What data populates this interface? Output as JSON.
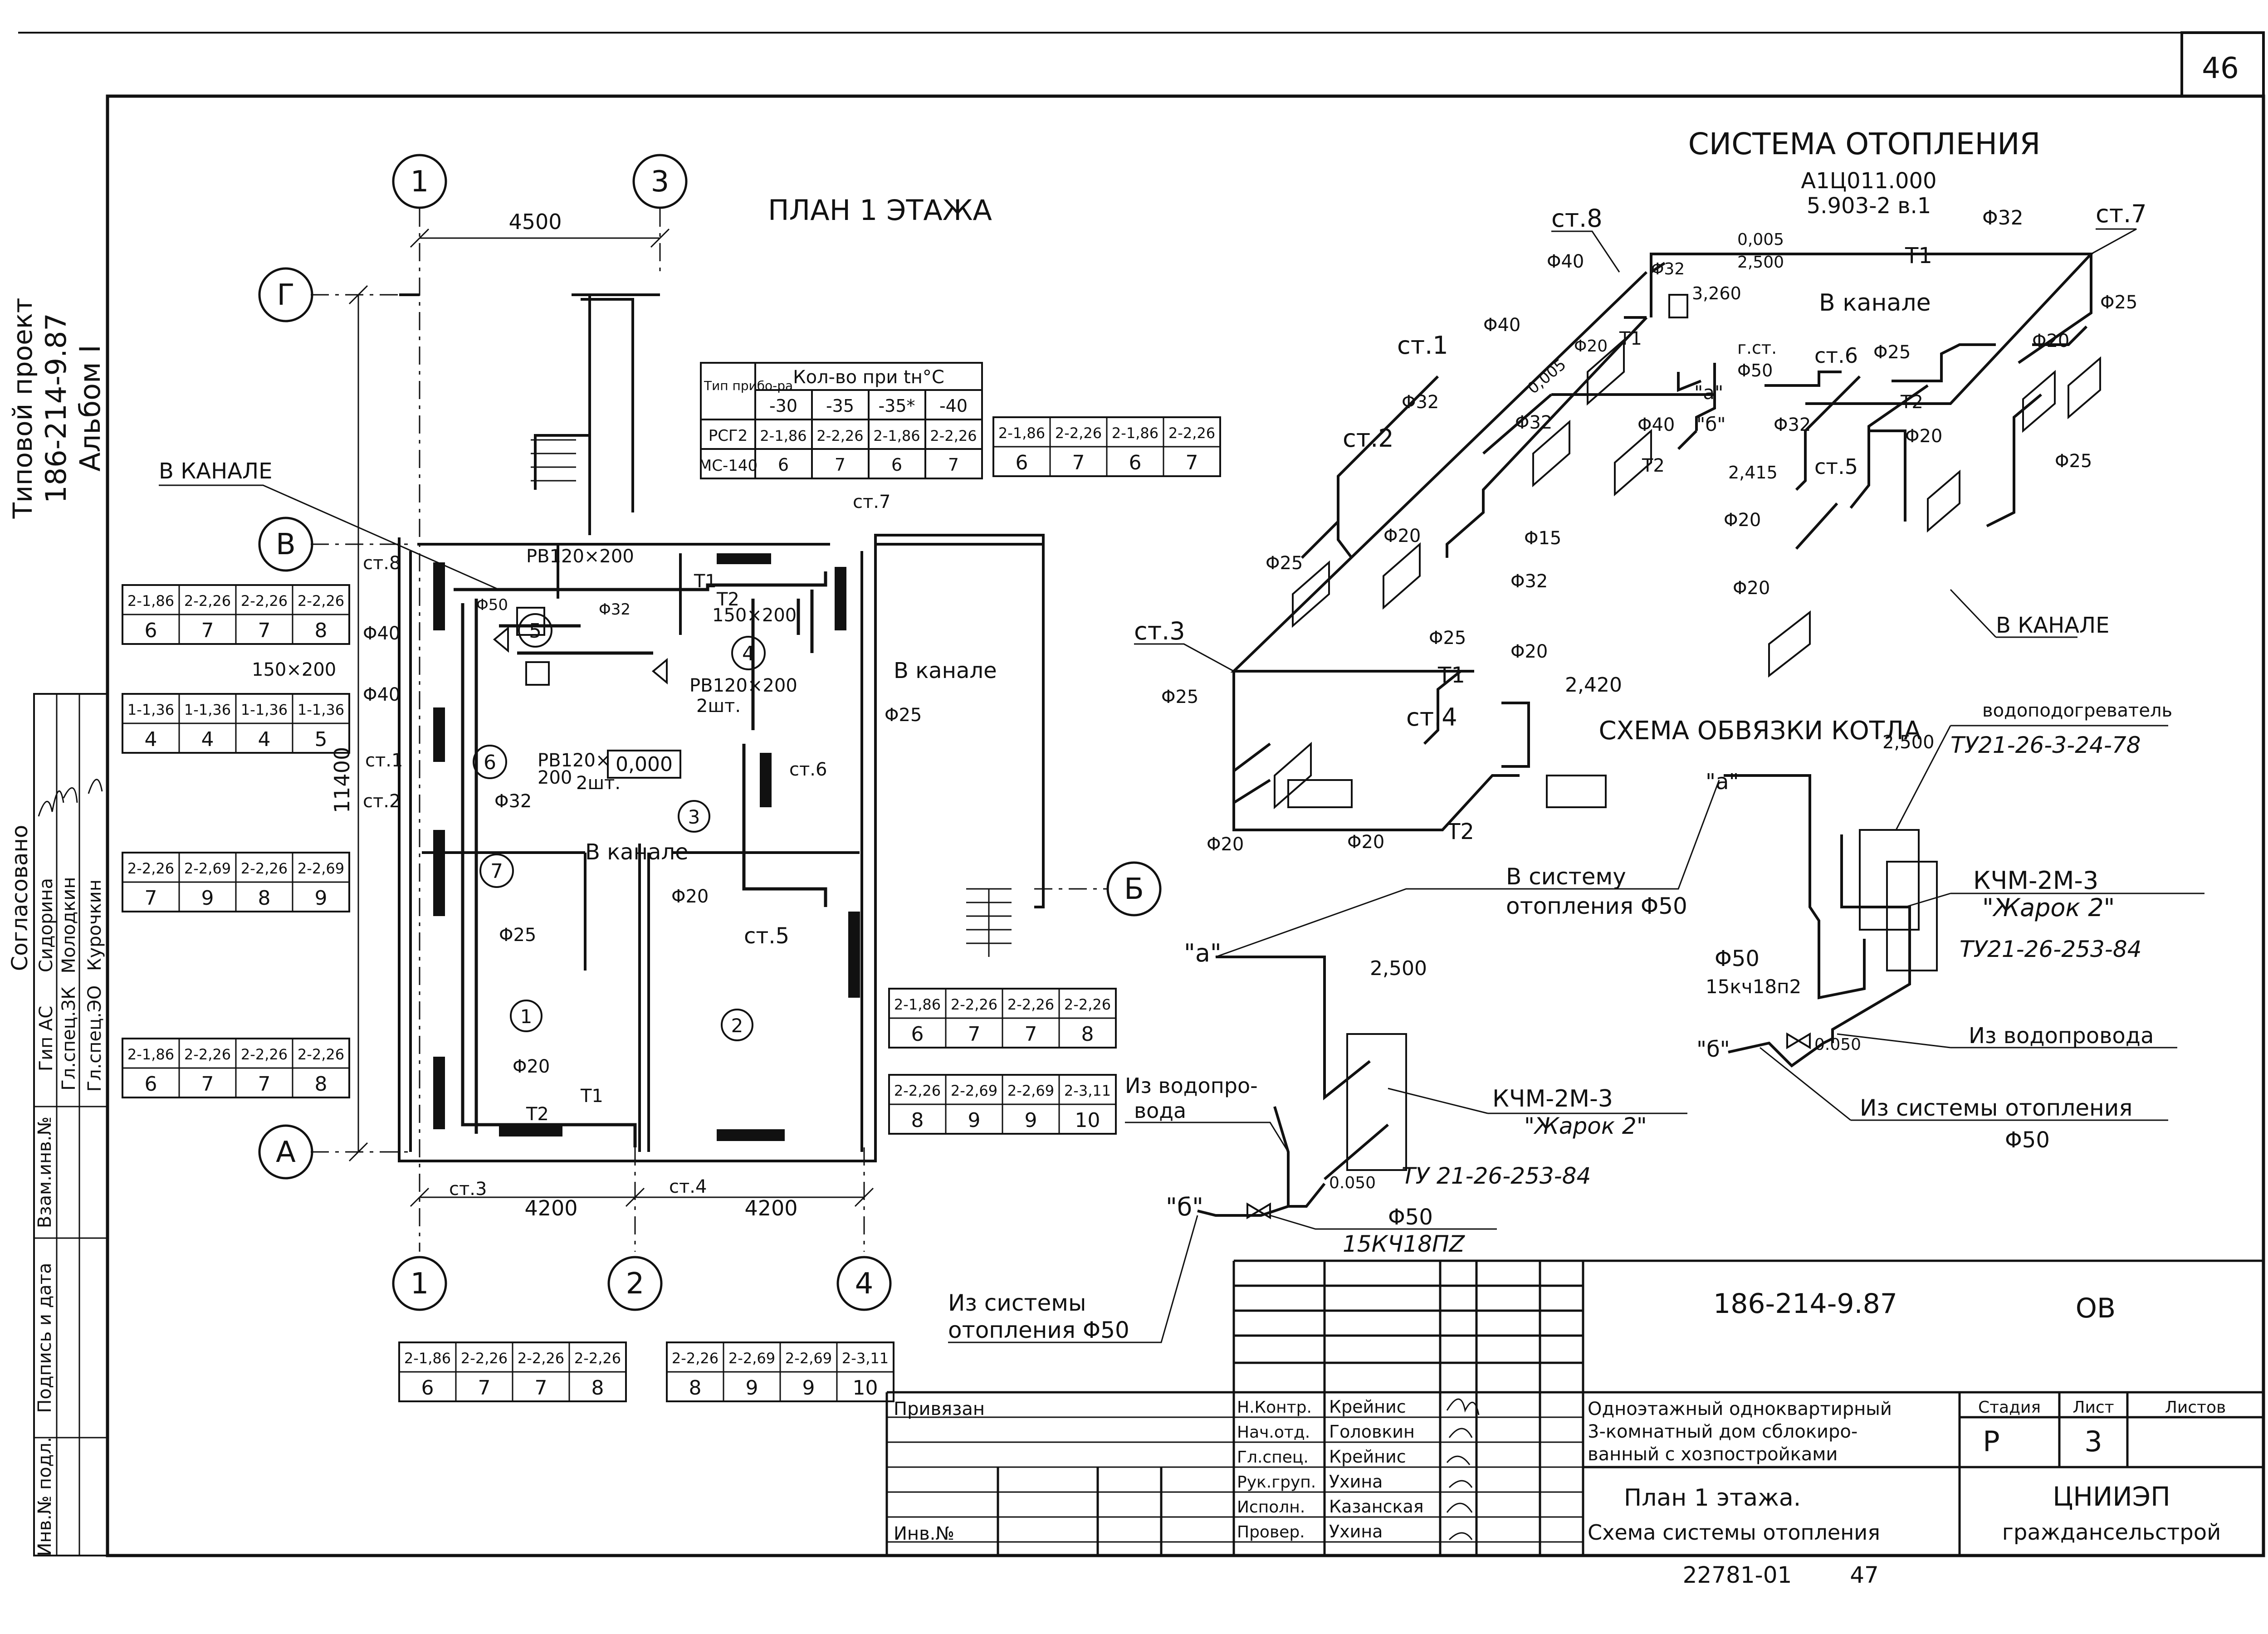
{
  "sheet_number": "46",
  "left_margin": {
    "album_line1": "Типовой проект",
    "album_line2": "186-214-9.87",
    "album_line3": "Альбом I",
    "agreed": "Согласовано",
    "roles": [
      "Гип АС",
      "Гл.спец.ЗК",
      "Гл.спец.ЭО"
    ],
    "names": [
      "Сидорина",
      "Молодкин",
      "Курочкин"
    ],
    "stamps": [
      "Взам.инв.№",
      "Подпись и дата",
      "Инв.№ подл."
    ]
  },
  "plan": {
    "title": "ПЛАН 1 ЭТАЖА",
    "axes": {
      "n1": "1",
      "n2": "2",
      "n3": "3",
      "n4": "4",
      "g": "Г",
      "v": "В",
      "a": "А",
      "b": "Б"
    },
    "dims": {
      "d4500": "4500",
      "d11400": "11400",
      "d4200a": "4200",
      "d4200b": "4200"
    },
    "rooms": {
      "r1": "1",
      "r2": "2",
      "r3": "3",
      "r4": "4",
      "r5": "5",
      "r6": "6",
      "r7": "7"
    },
    "labels": {
      "kanal1": "В КАНАЛЕ",
      "kanal2": "В канале",
      "kanal3": "В канале",
      "st1": "ст.1",
      "st2": "ст.2",
      "st3": "ст.3",
      "st4": "ст.4",
      "st5": "ст.5",
      "st6": "ст.6",
      "st7": "ст.7",
      "st8": "ст.8",
      "rb1": "РВ120×200",
      "rb2": "РВ120×200",
      "rb2n": "2шт.",
      "rb3": "РВ120×",
      "rb3b": "200",
      "rb3n": "2шт.",
      "duct1": "150×200",
      "duct2": "150×200",
      "zero": "0,000",
      "t1": "Т1",
      "t2": "Т2",
      "t1b": "Т1",
      "t2b": "Т2",
      "f50": "Φ50",
      "f40a": "Φ40",
      "f40b": "Φ40",
      "f32a": "Φ32",
      "f32b": "Φ32",
      "f25a": "Φ25",
      "f25b": "Φ25",
      "f20a": "Φ20",
      "f20b": "Φ20"
    }
  },
  "device_table": {
    "h_type": "Тип прибо-ра",
    "h_count": "Кол-во при tн°С",
    "temps": [
      "-30",
      "-35",
      "-35*",
      "-40"
    ],
    "rows": [
      {
        "type": "РСГ2",
        "v": [
          "2-1,86",
          "2-2,26",
          "2-1,86",
          "2-2,26"
        ]
      },
      {
        "type": "МС-140",
        "v": [
          "6",
          "7",
          "6",
          "7"
        ]
      }
    ]
  },
  "legend_tables": [
    {
      "top": [
        "2-1,86",
        "2-2,26",
        "2-1,86",
        "2-2,26"
      ],
      "bot": [
        "6",
        "7",
        "6",
        "7"
      ]
    },
    {
      "top": [
        "2-1,86",
        "2-2,26",
        "2-2,26",
        "2-2,26"
      ],
      "bot": [
        "6",
        "7",
        "7",
        "8"
      ]
    },
    {
      "top": [
        "1-1,36",
        "1-1,36",
        "1-1,36",
        "1-1,36"
      ],
      "bot": [
        "4",
        "4",
        "4",
        "5"
      ]
    },
    {
      "top": [
        "2-2,26",
        "2-2,69",
        "2-2,26",
        "2-2,69"
      ],
      "bot": [
        "7",
        "9",
        "8",
        "9"
      ]
    },
    {
      "top": [
        "2-1,86",
        "2-2,26",
        "2-2,26",
        "2-2,26"
      ],
      "bot": [
        "6",
        "7",
        "7",
        "8"
      ]
    },
    {
      "top": [
        "2-1,86",
        "2-2,26",
        "2-2,26",
        "2-2,26"
      ],
      "bot": [
        "6",
        "7",
        "7",
        "8"
      ]
    },
    {
      "top": [
        "2-2,26",
        "2-2,69",
        "2-2,69",
        "2-3,11"
      ],
      "bot": [
        "8",
        "9",
        "9",
        "10"
      ]
    },
    {
      "top": [
        "2-1,86",
        "2-2,26",
        "2-2,26",
        "2-2,26"
      ],
      "bot": [
        "6",
        "7",
        "7",
        "8"
      ]
    },
    {
      "top": [
        "2-2,26",
        "2-2,69",
        "2-2,69",
        "2-3,11"
      ],
      "bot": [
        "8",
        "9",
        "9",
        "10"
      ]
    }
  ],
  "heating": {
    "title": "СИСТЕМА ОТОПЛЕНИЯ",
    "ref1": "А1Ц011.000",
    "ref2": "5.903-2 в.1",
    "labels": {
      "st1": "ст.1",
      "st2": "ст.2",
      "st3": "ст.3",
      "st4": "ст.4",
      "st5": "ст.5",
      "st6": "ст.6",
      "st7": "ст.7",
      "st8": "ст.8",
      "kanal1": "В канале",
      "kanal2": "В КАНАЛЕ",
      "e1": "0,005",
      "e2": "2,500",
      "e3": "3,260",
      "e4": "2,415",
      "e5": "2,420",
      "e6": "0,005",
      "gst": "г.ст.",
      "gstd": "Φ50",
      "pa": "\"а\"",
      "pb": "\"б\"",
      "t1": "Т1",
      "t2": "Т2",
      "t1b": "Т1",
      "t2b": "Т2",
      "t1c": "Т1",
      "t2c": "Т2",
      "f50": "Φ50",
      "f40a": "Φ40",
      "f40b": "Φ40",
      "f40c": "Φ40",
      "f32a": "Φ32",
      "f32b": "Φ32",
      "f32c": "Φ32",
      "f32d": "Φ32",
      "f32e": "Φ32",
      "f25a": "Φ25",
      "f25b": "Φ25",
      "f25c": "Φ25",
      "f25d": "Φ25",
      "f25e": "Φ25",
      "f25f": "Φ25",
      "f20a": "Φ20",
      "f20b": "Φ20",
      "f20c": "Φ20",
      "f20d": "Φ20",
      "f20e": "Φ20",
      "f20f": "Φ20",
      "f20g": "Φ20",
      "f20h": "Φ20",
      "f20i": "Φ20",
      "f15": "Φ15"
    }
  },
  "boiler": {
    "title": "СХЕМА ОБВЯЗКИ КОТЛА",
    "heater": "водоподогреватель",
    "heater_tu": "ТУ21-26-3-24-78",
    "boiler1": "КЧМ-2М-3",
    "boiler1b": "\"Жарок 2\"",
    "boiler1_tu": "ТУ21-26-253-84",
    "boiler2": "КЧМ-2М-3",
    "boiler2b": "\"Жарок 2\"",
    "boiler2_tu": "ТУ 21-26-253-84",
    "to_system1": "В систему",
    "to_system2": "отопления Φ50",
    "from_water1": "Из водопро-",
    "from_water2": "вода",
    "from_water3": "Из водопровода",
    "from_sys1": "Из системы",
    "from_sys2": "отопления Φ50",
    "from_sys3": "Из системы отопления",
    "from_sys4": "Φ50",
    "e2500a": "2,500",
    "e2500b": "2,500",
    "e0050a": "0.050",
    "e0050b": "0.050",
    "valve1": "Φ50",
    "valve1b": "15кч18п2",
    "valve2": "Φ50",
    "valve2b": "15КЧ18ПZ",
    "pa1": "\"а\"",
    "pb1": "\"б\"",
    "pa2": "\"а\"",
    "pb2": "\"б\""
  },
  "title_block": {
    "code": "186-214-9.87",
    "section": "ОВ",
    "privyazan": "Привязан",
    "inv": "Инв.№",
    "roles": [
      "Н.Контр.",
      "Нач.отд.",
      "Гл.спец.",
      "Рук.груп.",
      "Исполн.",
      "Провер."
    ],
    "names": [
      "Крейнис",
      "Головкин",
      "Крейнис",
      "Ухина",
      "Казанская",
      "Ухина"
    ],
    "desc1": "Одноэтажный одноквартирный",
    "desc2": "3-комнатный дом сблокиро-",
    "desc3": "ванный с хозпостройками",
    "sheet_title1": "План 1 этажа.",
    "sheet_title2": "Схема системы отопления",
    "h_stage": "Стадия",
    "h_sheet": "Лист",
    "h_sheets": "Листов",
    "stage": "Р",
    "sheet": "3",
    "org1": "ЦНИИЭП",
    "org2": "граждансельстрой",
    "bottom_code": "22781-01",
    "bottom_page": "47"
  }
}
